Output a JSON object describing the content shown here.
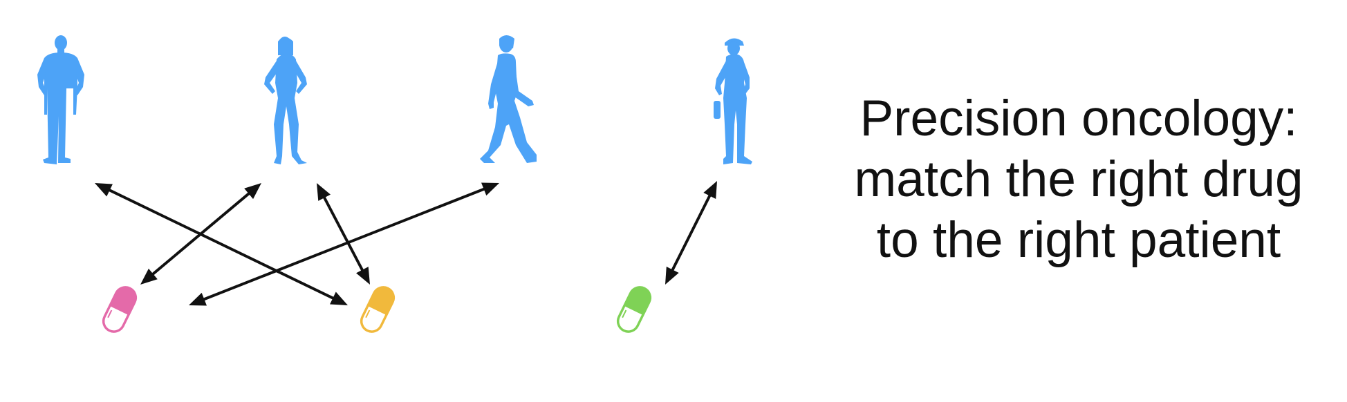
{
  "caption": {
    "line1": "Precision oncology:",
    "line2": "match the right drug",
    "line3": "to the right patient"
  },
  "colors": {
    "patient": "#4da3f7",
    "arrow": "#111111",
    "pill_pink": "#e46aa9",
    "pill_yellow": "#f1b93c",
    "pill_green": "#7fd256"
  },
  "patients": [
    {
      "id": "patient-1",
      "pose": "man-standing",
      "icon": "man-standing-icon"
    },
    {
      "id": "patient-2",
      "pose": "woman-standing",
      "icon": "woman-standing-icon"
    },
    {
      "id": "patient-3",
      "pose": "man-walking",
      "icon": "man-walking-icon"
    },
    {
      "id": "patient-4",
      "pose": "worker-with-hardhat",
      "icon": "worker-hardhat-icon"
    }
  ],
  "pills": [
    {
      "id": "pill-pink",
      "color": "#e46aa9",
      "icon": "pill-icon"
    },
    {
      "id": "pill-yellow",
      "color": "#f1b93c",
      "icon": "pill-icon"
    },
    {
      "id": "pill-green",
      "color": "#7fd256",
      "icon": "pill-icon"
    }
  ],
  "arrows": [
    {
      "id": "arrow-patient1-pill-yellow",
      "style": "double-headed"
    },
    {
      "id": "arrow-patient2-pill-pink",
      "style": "double-headed"
    },
    {
      "id": "arrow-patient2-pill-yellow",
      "style": "double-headed"
    },
    {
      "id": "arrow-patient3-pill-pink",
      "style": "double-headed"
    },
    {
      "id": "arrow-patient4-pill-green",
      "style": "double-headed"
    }
  ]
}
